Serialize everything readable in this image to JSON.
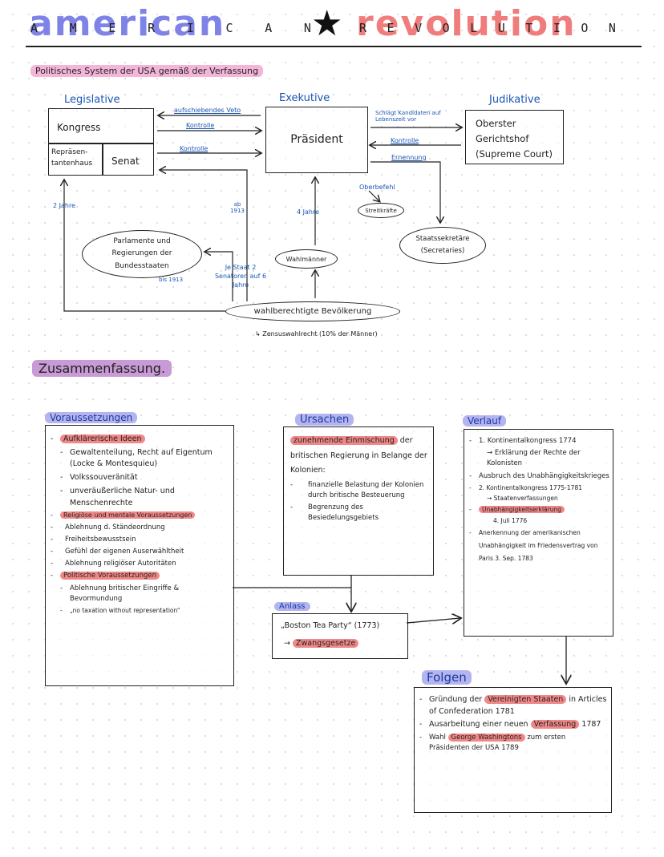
{
  "header": {
    "title_left": "american",
    "title_left_letters": [
      "A",
      "M",
      "E",
      "R",
      "I",
      "C",
      "A",
      "N"
    ],
    "star": "★",
    "title_right": "revolution",
    "title_right_letters": [
      "R",
      "E",
      "V",
      "O",
      "L",
      "U",
      "T",
      "I",
      "O",
      "N"
    ],
    "colors": {
      "left": "#7f82e6",
      "right": "#f07c7c",
      "star": "#111111"
    }
  },
  "system": {
    "heading": "Politisches System der USA gemäß der Verfassung",
    "legislative_label": "Legislative",
    "executive_label": "Exekutive",
    "judicative_label": "Judikative",
    "kongress": "Kongress",
    "repraesentantenhaus": "Repräsen-tantenhaus",
    "senat": "Senat",
    "praesident": "Präsident",
    "oberster_gerichtshof": "Oberster Gerichtshof (Supreme Court)",
    "arrow_veto": "aufschiebendes Veto",
    "arrow_kontrolle_1": "Kontrolle",
    "arrow_kontrolle_2": "Kontrolle",
    "arrow_schlaegt_vor": "Schlägt Kandidaten auf Lebenszeit vor",
    "arrow_kontrolle_3": "Kontrolle",
    "arrow_ernennung": "Ernennung",
    "oberbefehl": "Oberbefehl",
    "streitkraefte": "Streitkräfte",
    "staatssekretaere": "Staatssekretäre (Secretaries)",
    "two_years": "2 Jahre",
    "ab_1913": "ab 1913",
    "four_years": "4 Jahre",
    "parlamente": "Parlamente und Regierungen der Bundesstaaten",
    "bis_1913": "bis 1913",
    "je_staat": "Je Staat 2 Senatoren auf 6 Jahre",
    "wahlmaenner": "Wahlmänner",
    "bevoelkerung": "wahlberechtigte Bevölkerung",
    "zensus": "↳ Zensuswahlrecht (10% der Männer)"
  },
  "summary": {
    "heading": "Zusammenfassung.",
    "voraussetzungen": {
      "label": "Voraussetzungen",
      "group1": "Aufklärerische Ideen",
      "g1_items": [
        "Gewaltenteilung, Recht auf Eigentum (Locke & Montesquieu)",
        "Volkssouveränität",
        "unveräußerliche Natur- und Menschenrechte"
      ],
      "group2": "Religiöse und mentale Voraussetzungen",
      "g2_items": [
        "Ablehnung d. Ständeordnung",
        "Freiheitsbewusstsein",
        "Gefühl der eigenen Auserwähltheit",
        "Ablehnung religiöser Autoritäten"
      ],
      "group3": "Politische Voraussetzungen",
      "g3_items": [
        "Ablehnung britischer Eingriffe & Bevormundung",
        "„no taxation without representation“"
      ]
    },
    "ursachen": {
      "label": "Ursachen",
      "highlight": "zunehmende Einmischung",
      "text": "der britischen Regierung in Belange der Kolonien:",
      "items": [
        "finanzielle Belastung der Kolonien durch britische Besteuerung",
        "Begrenzung des Besiedelungsgebiets"
      ]
    },
    "anlass": {
      "label": "Anlass",
      "text": "„Boston Tea Party“ (1773)",
      "arrow": "→",
      "highlight": "Zwangsgesetze"
    },
    "verlauf": {
      "label": "Verlauf",
      "item1": "1. Kontinentalkongress 1774",
      "item1_sub": "→ Erklärung der Rechte der Kolonisten",
      "item2": "Ausbruch des Unabhängigkeitskrieges",
      "item3": "2. Kontinentalkongress 1775-1781",
      "item3_sub": "→ Staatenverfassungen",
      "item4": "Unabhängigkeitserklärung",
      "item4_sub": "4. Juli 1776",
      "item5": "Anerkennung der amerikanischen Unabhängigkeit im Friedensvertrag von Paris 3. Sep. 1783"
    },
    "folgen": {
      "label": "Folgen",
      "i1_a": "Gründung der",
      "i1_hl": "Vereinigten Staaten",
      "i1_b": "in Articles of Confederation 1781",
      "i2_a": "Ausarbeitung einer neuen",
      "i2_hl": "Verfassung",
      "i2_b": "1787",
      "i3_a": "Wahl",
      "i3_hl": "George Washingtons",
      "i3_b": "zum ersten Präsidenten der USA 1789"
    }
  }
}
